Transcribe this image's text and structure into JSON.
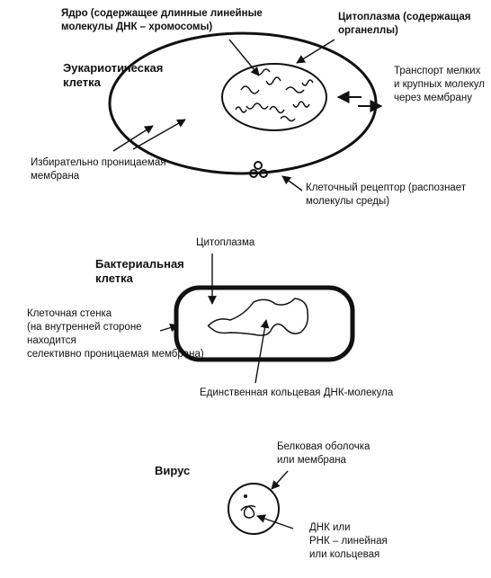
{
  "eukaryote": {
    "title": [
      "Эукариотическая",
      "клетка"
    ],
    "nucleus": [
      "Ядро (содержащее длинные линейные",
      "молекулы ДНК – хромосомы)"
    ],
    "cytoplasm": [
      "Цитоплазма (содержащая",
      "органеллы)"
    ],
    "transport": [
      "Транспорт мелких",
      "и крупных молекул",
      "через мембрану"
    ],
    "membrane": [
      "Избирательно проницаемая",
      "мембрана"
    ],
    "receptor": [
      "Клеточный рецептор (распознает",
      "молекулы среды)"
    ]
  },
  "bacterium": {
    "title": [
      "Бактериальная",
      "клетка"
    ],
    "cytoplasm": "Цитоплазма",
    "wall": [
      "Клеточная стенка",
      "(на внутренней стороне",
      "находится",
      "селективно проницаемая мембрана)"
    ],
    "dna": "Единственная кольцевая ДНК-молекула"
  },
  "virus": {
    "title": "Вирус",
    "coat": [
      "Белковая оболочка",
      "или мембрана"
    ],
    "genome": [
      "ДНК или",
      "РНК – линейная",
      "или кольцевая"
    ]
  }
}
